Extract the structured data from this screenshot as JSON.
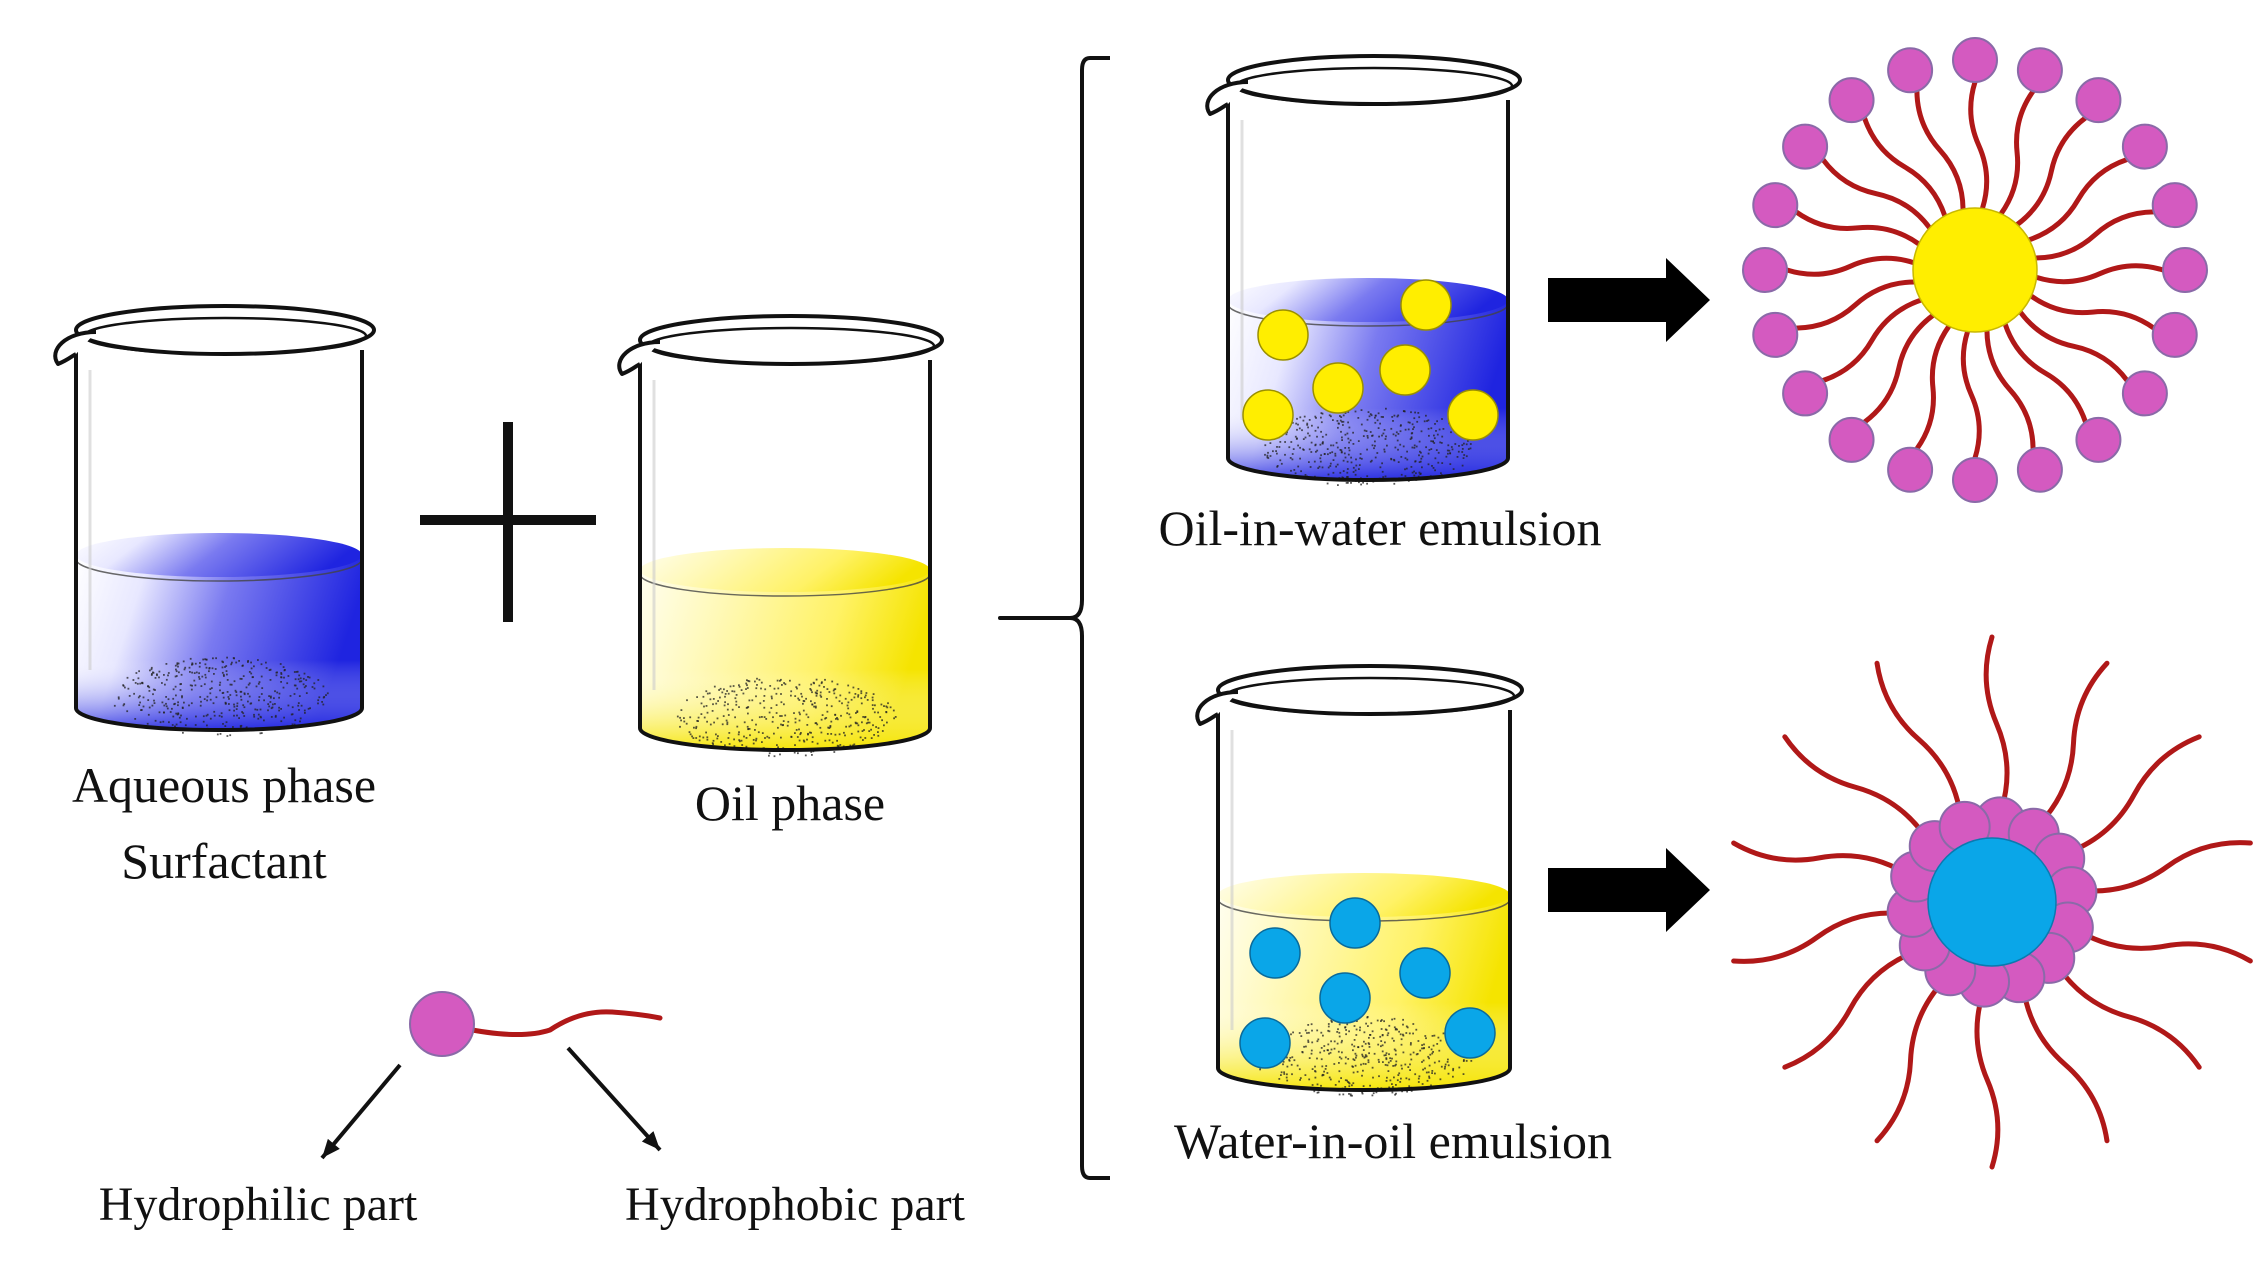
{
  "labels": {
    "aqueous_phase": "Aqueous phase",
    "surfactant": "Surfactant",
    "oil_phase": "Oil phase",
    "oil_in_water": "Oil-in-water emulsion",
    "water_in_oil": "Water-in-oil emulsion",
    "hydrophilic": "Hydrophilic part",
    "hydrophobic": "Hydrophobic part"
  },
  "colors": {
    "water": "#1f24e0",
    "oil": "#f5e400",
    "oil_droplet": "#ffee00",
    "water_droplet": "#0aa6e8",
    "head": "#d45ac0",
    "tail": "#b01818",
    "outline": "#111111"
  },
  "icons": {
    "beaker": "beaker-icon",
    "plus": "plus-icon",
    "bracket": "curly-bracket-icon",
    "arrow": "right-arrow-icon"
  }
}
